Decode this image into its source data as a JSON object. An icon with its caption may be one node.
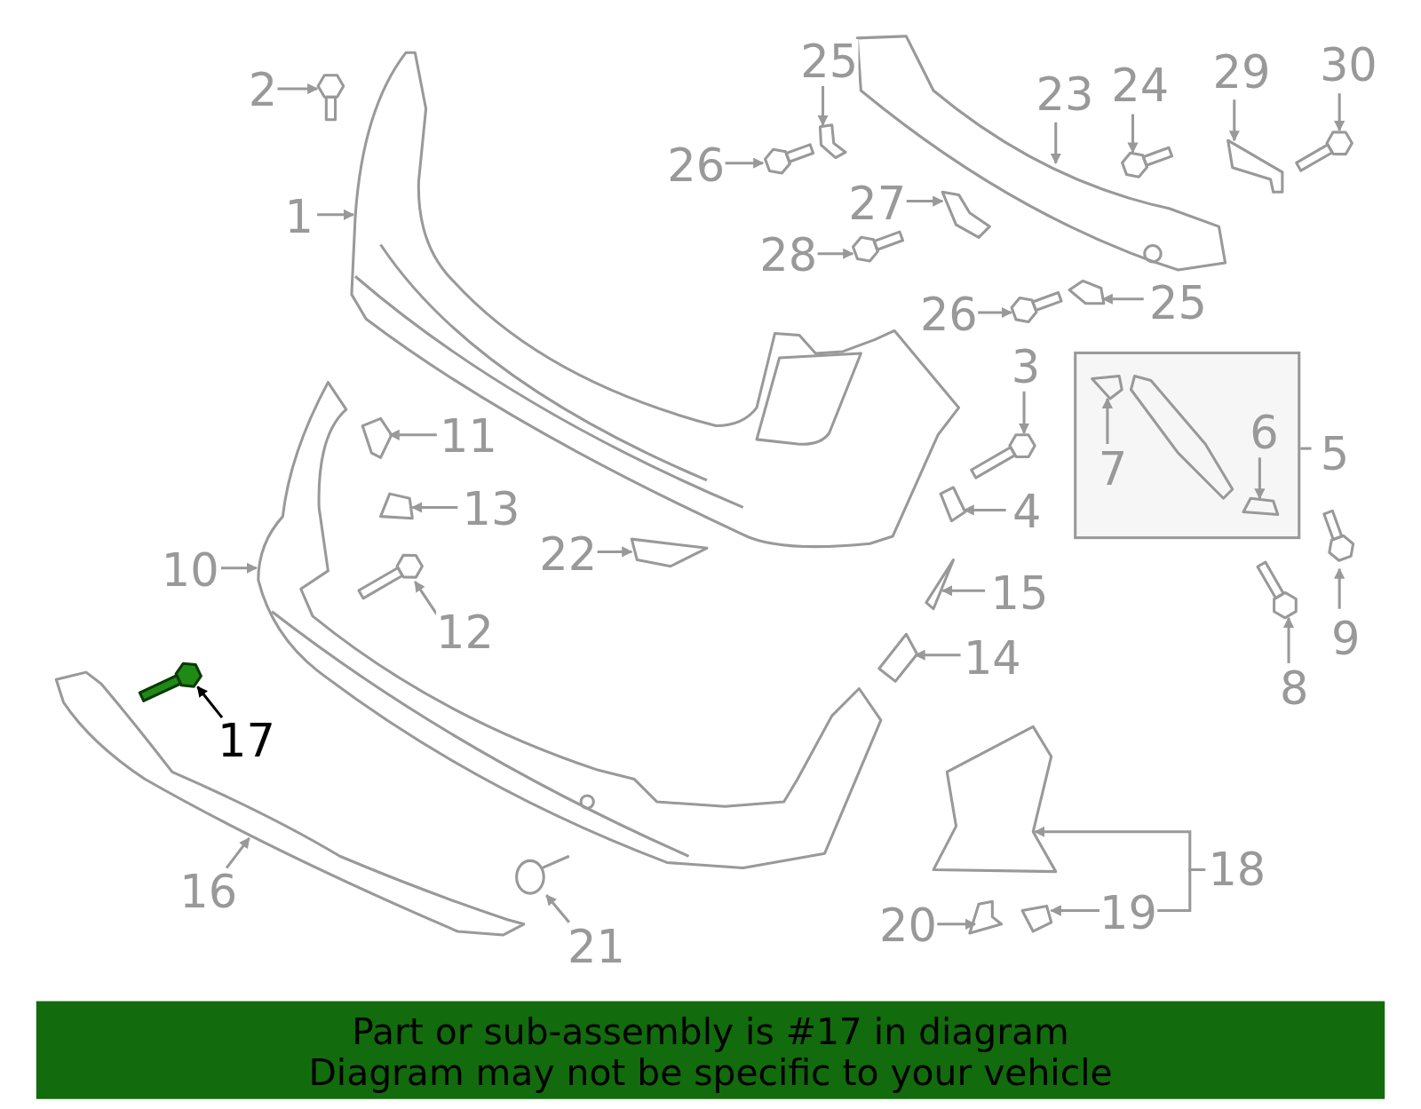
{
  "diagram": {
    "nodes": [
      {
        "text": [
          "1"
        ]
      },
      {
        "text": [
          "2"
        ]
      },
      {
        "text": [
          "25"
        ]
      },
      {
        "text": [
          "26"
        ]
      },
      {
        "text": [
          "23"
        ]
      },
      {
        "text": [
          "24"
        ]
      },
      {
        "text": [
          "29"
        ]
      },
      {
        "text": [
          "30"
        ]
      },
      {
        "text": [
          "27"
        ]
      },
      {
        "text": [
          "28"
        ]
      },
      {
        "text": [
          "26"
        ]
      },
      {
        "text": [
          "25"
        ]
      },
      {
        "text": [
          "3"
        ]
      },
      {
        "text": [
          "5"
        ]
      },
      {
        "text": [
          "7"
        ],
        "in": 13
      },
      {
        "text": [
          "6"
        ],
        "in": 13
      },
      {
        "text": [
          "11"
        ]
      },
      {
        "text": [
          "13"
        ]
      },
      {
        "text": [
          "4"
        ]
      },
      {
        "text": [
          "10"
        ]
      },
      {
        "text": [
          "22"
        ]
      },
      {
        "text": [
          "15"
        ]
      },
      {
        "text": [
          "12"
        ]
      },
      {
        "text": [
          "9"
        ]
      },
      {
        "text": [
          "14"
        ]
      },
      {
        "text": [
          "8"
        ]
      },
      {
        "text": [
          "17"
        ]
      },
      {
        "text": [
          "16"
        ]
      },
      {
        "text": [
          "18"
        ]
      },
      {
        "text": [
          "19"
        ]
      },
      {
        "text": [
          "20"
        ]
      },
      {
        "text": [
          "21"
        ]
      },
      {
        "text": [],
        "shape": "picture"
      },
      {
        "text": [],
        "shape": "picture"
      },
      {
        "text": [],
        "shape": "picture"
      },
      {
        "text": [],
        "shape": "picture"
      },
      {
        "text": [],
        "shape": "picture"
      },
      {
        "text": [],
        "shape": "picture"
      },
      {
        "text": [],
        "shape": "picture"
      },
      {
        "text": [],
        "shape": "picture"
      },
      {
        "text": [],
        "shape": "picture"
      },
      {
        "text": [],
        "shape": "picture"
      },
      {
        "text": [],
        "shape": "picture"
      },
      {
        "text": [],
        "shape": "picture"
      },
      {
        "text": [],
        "shape": "picture"
      },
      {
        "text": [],
        "shape": "picture",
        "in": 13
      },
      {
        "text": [],
        "shape": "picture",
        "in": 13
      },
      {
        "text": [],
        "shape": "picture",
        "in": 13
      },
      {
        "text": [],
        "shape": "picture"
      },
      {
        "text": [],
        "shape": "picture"
      },
      {
        "text": [],
        "shape": "picture"
      },
      {
        "text": [],
        "shape": "picture"
      },
      {
        "text": [],
        "shape": "picture"
      },
      {
        "text": [],
        "shape": "picture"
      },
      {
        "text": [],
        "shape": "picture"
      },
      {
        "text": [],
        "shape": "picture"
      },
      {
        "text": [],
        "shape": "picture"
      },
      {
        "text": [],
        "shape": "picture"
      },
      {
        "text": [],
        "shape": "picture"
      },
      {
        "text": [],
        "shape": "picture"
      },
      {
        "text": [],
        "shape": "picture"
      },
      {
        "text": [],
        "shape": "picture"
      },
      {
        "text": [],
        "shape": "picture"
      },
      {
        "text": [],
        "shape": "picture"
      }
    ],
    "edges": [
      {
        "from": 0,
        "to": 32,
        "arrow": "to"
      },
      {
        "from": 1,
        "to": 33,
        "arrow": "to"
      },
      {
        "from": 2,
        "to": 34,
        "arrow": "to"
      },
      {
        "from": 3,
        "to": 35,
        "arrow": "to"
      },
      {
        "from": 4,
        "to": 36,
        "arrow": "to"
      },
      {
        "from": 5,
        "to": 37,
        "arrow": "to"
      },
      {
        "from": 6,
        "to": 38,
        "arrow": "to"
      },
      {
        "from": 7,
        "to": 39,
        "arrow": "to"
      },
      {
        "from": 8,
        "to": 40,
        "arrow": "to"
      },
      {
        "from": 9,
        "to": 41,
        "arrow": "to"
      },
      {
        "from": 10,
        "to": 42,
        "arrow": "to"
      },
      {
        "from": 11,
        "to": 43,
        "arrow": "to"
      },
      {
        "from": 12,
        "to": 44,
        "arrow": "to"
      },
      {
        "from": 14,
        "to": 45,
        "arrow": "to"
      },
      {
        "from": 15,
        "to": 46,
        "arrow": "to"
      },
      {
        "from": 16,
        "to": 48,
        "arrow": "to"
      },
      {
        "from": 17,
        "to": 49,
        "arrow": "to"
      },
      {
        "from": 18,
        "to": 50,
        "arrow": "to"
      },
      {
        "from": 19,
        "to": 51,
        "arrow": "to"
      },
      {
        "from": 20,
        "to": 52,
        "arrow": "to"
      },
      {
        "from": 21,
        "to": 53,
        "arrow": "to"
      },
      {
        "from": 22,
        "to": 54,
        "arrow": "to"
      },
      {
        "from": 23,
        "to": 55,
        "arrow": "to"
      },
      {
        "from": 24,
        "to": 56,
        "arrow": "to"
      },
      {
        "from": 25,
        "to": 57,
        "arrow": "to"
      },
      {
        "from": 26,
        "to": 58,
        "arrow": "to",
        "color": "#000000"
      },
      {
        "from": 27,
        "to": 59,
        "arrow": "to"
      },
      {
        "from": 28,
        "to": 60,
        "arrow": "to"
      },
      {
        "from": 29,
        "to": 61,
        "arrow": "to"
      },
      {
        "from": 30,
        "to": 62,
        "arrow": "to"
      },
      {
        "from": 31,
        "to": 63,
        "arrow": "to"
      },
      {
        "from": 28,
        "to": 61,
        "arrow": "to"
      }
    ],
    "labels": [
      "Part or sub-assembly is #17 in diagram",
      "Diagram may not be specific to your vehicle"
    ]
  }
}
